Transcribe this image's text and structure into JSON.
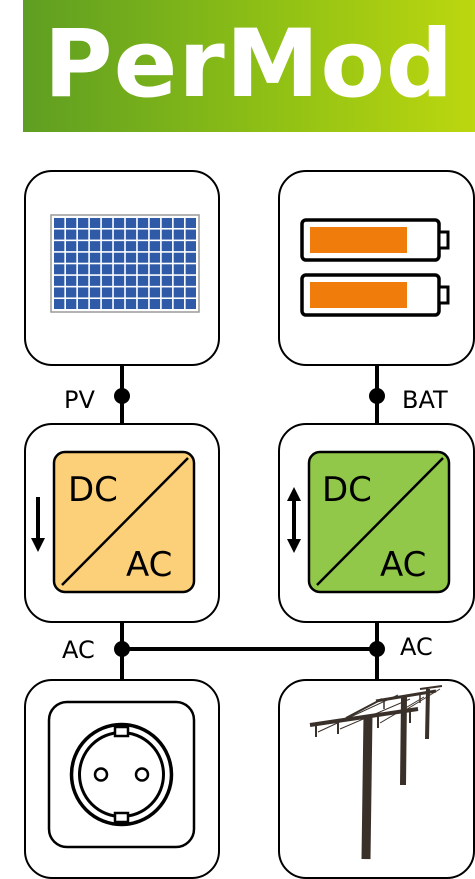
{
  "banner": {
    "title": "PerMod"
  },
  "labels": {
    "pv": "PV",
    "bat": "BAT",
    "ac_left": "AC",
    "ac_right": "AC"
  },
  "converters": {
    "pv_inverter": {
      "top": "DC",
      "bottom": "AC",
      "fill": "#fcd078"
    },
    "bat_inverter": {
      "top": "DC",
      "bottom": "AC",
      "fill": "#92c849"
    }
  },
  "colors": {
    "banner_start": "#5e9e22",
    "banner_end": "#bcd70f",
    "solar_cell": "#2f5aa8",
    "battery_charge": "#f07c0b",
    "pole": "#3a302a"
  },
  "icons": {
    "solar_panel": "solar-panel-icon",
    "battery": "battery-icon",
    "socket": "power-socket-icon",
    "grid": "power-line-icon"
  }
}
